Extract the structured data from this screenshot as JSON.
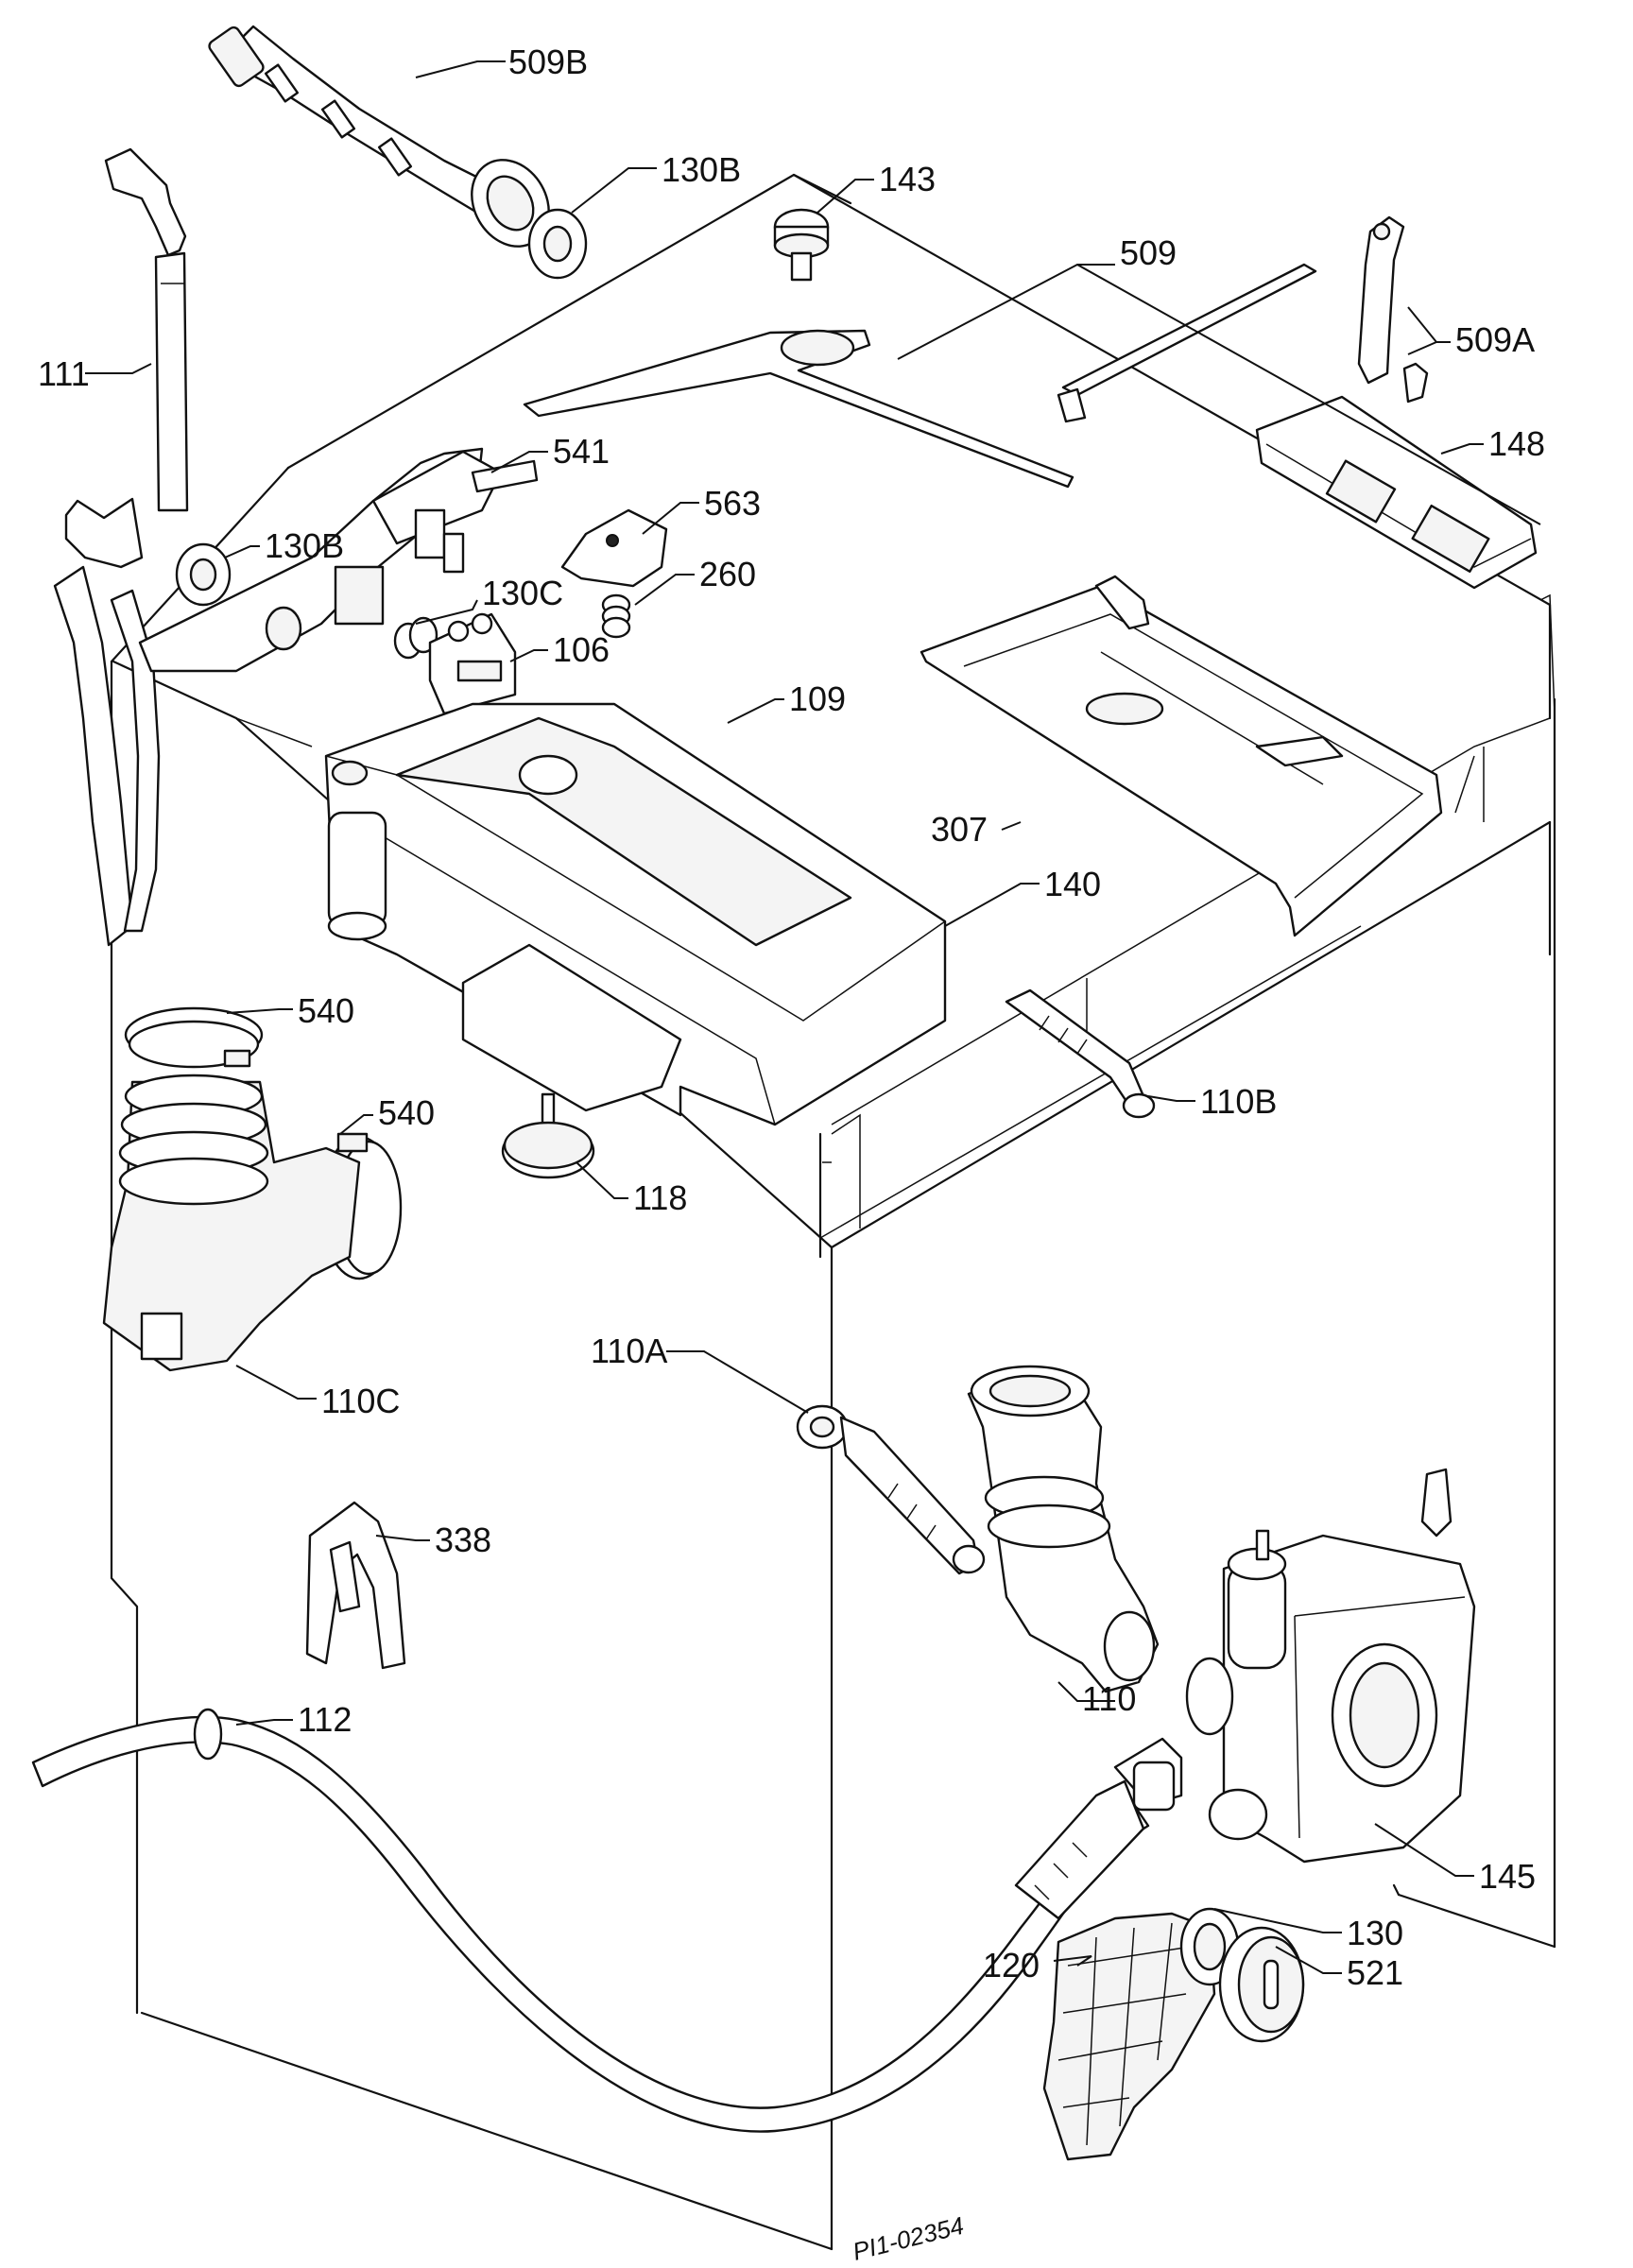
{
  "labels": {
    "l509b": "509B",
    "l130b_top": "130B",
    "l143": "143",
    "l509": "509",
    "l509a": "509A",
    "l111": "111",
    "l541": "541",
    "l148": "148",
    "l563": "563",
    "l130b_mid": "130B",
    "l260": "260",
    "l130c": "130C",
    "l106": "106",
    "l109": "109",
    "l307": "307",
    "l140": "140",
    "l540_a": "540",
    "l540_b": "540",
    "l110b": "110B",
    "l118": "118",
    "l110c": "110C",
    "l110a": "110A",
    "l338": "338",
    "l110": "110",
    "l112": "112",
    "l145": "145",
    "l130": "130",
    "l120": "120",
    "l521": "521"
  },
  "drawing_code": "PI1-02354"
}
